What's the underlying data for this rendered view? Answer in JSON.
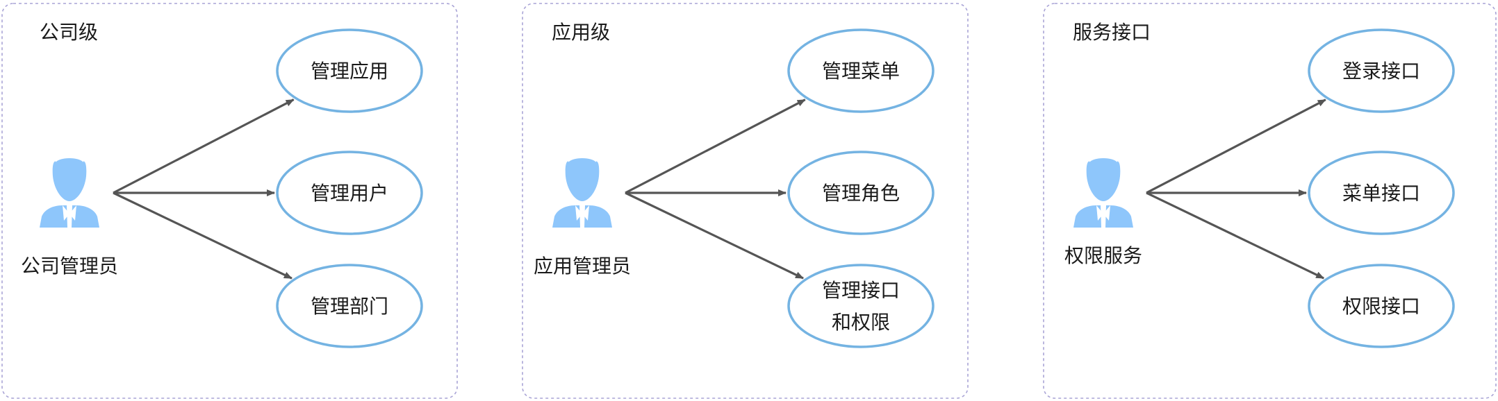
{
  "colors": {
    "panel_border": "#a9a4d6",
    "ellipse_border": "#74b3e2",
    "actor_fill": "#8ec6fb",
    "arrow": "#555555",
    "text": "#1a1a1a"
  },
  "panels": [
    {
      "title": "公司级",
      "actor": {
        "label": "公司管理员",
        "icon": "user-icon"
      },
      "nodes": [
        {
          "lines": [
            "管理应用"
          ]
        },
        {
          "lines": [
            "管理用户"
          ]
        },
        {
          "lines": [
            "管理部门"
          ]
        }
      ]
    },
    {
      "title": "应用级",
      "actor": {
        "label": "应用管理员",
        "icon": "user-icon"
      },
      "nodes": [
        {
          "lines": [
            "管理菜单"
          ]
        },
        {
          "lines": [
            "管理角色"
          ]
        },
        {
          "lines": [
            "管理接口",
            "和权限"
          ]
        }
      ]
    },
    {
      "title": "服务接口",
      "actor": {
        "label": "权限服务",
        "icon": "user-icon"
      },
      "nodes": [
        {
          "lines": [
            "登录接口"
          ]
        },
        {
          "lines": [
            "菜单接口"
          ]
        },
        {
          "lines": [
            "权限接口"
          ]
        }
      ]
    }
  ]
}
